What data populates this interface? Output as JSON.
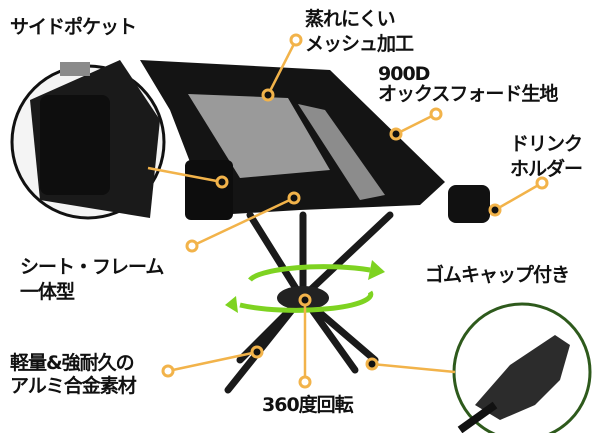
{
  "labels": {
    "side_pocket": "サイドポケット",
    "mesh_line1": "蒸れにくい",
    "mesh_line2": "メッシュ加工",
    "fabric_line1": "900D",
    "fabric_line2": "オックスフォード生地",
    "drink_line1": "ドリンク",
    "drink_line2": "ホルダー",
    "seat_line1": "シート・フレーム",
    "seat_line2": "一体型",
    "rubber_cap": "ゴムキャップ付き",
    "alloy_line1": "軽量&強耐久の",
    "alloy_line2": "アルミ合金素材",
    "swivel": "360度回転"
  },
  "colors": {
    "callout": "#f2b34a",
    "rotation_arrow": "#7ed321",
    "inset_ring_right": "#2e5a1c",
    "chair": "#141414"
  }
}
